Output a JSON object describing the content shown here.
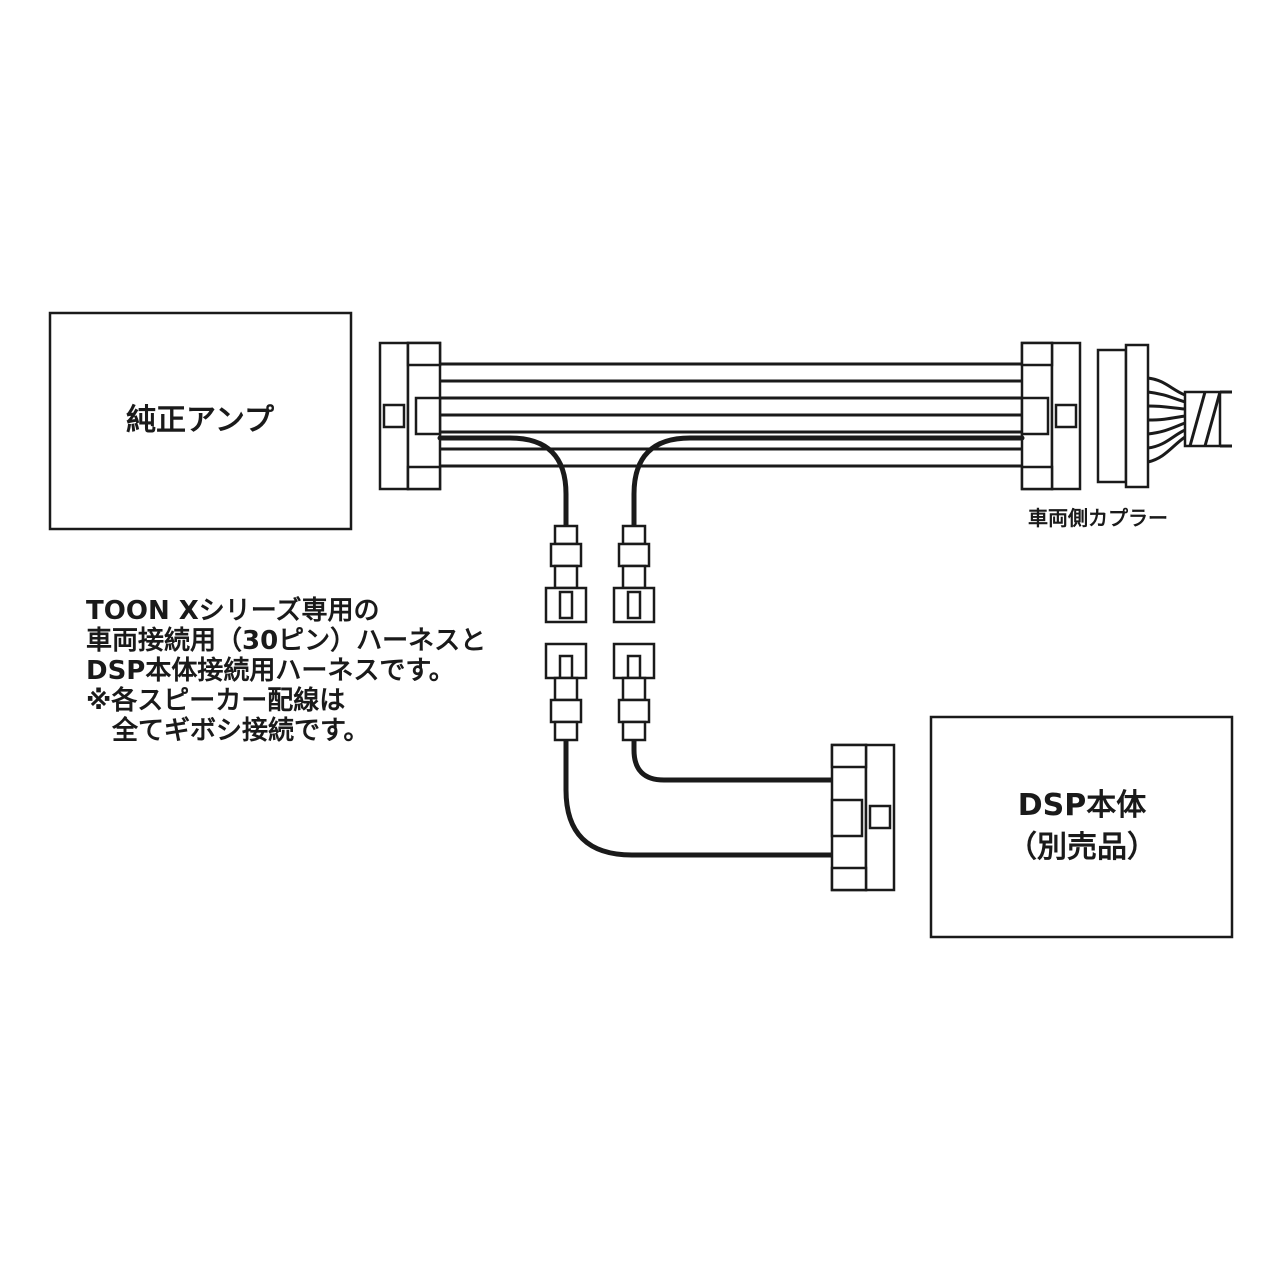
{
  "labels": {
    "amp": "純正アンプ",
    "coupler": "車両側カプラー",
    "dsp_line1": "DSP本体",
    "dsp_line2": "（別売品）"
  },
  "note": {
    "lines": [
      "TOON Xシリーズ専用の",
      "車両接続用（30ピン）ハーネスと",
      "DSP本体接続用ハーネスです。",
      "※各スピーカー配線は",
      "　全てギボシ接続です。"
    ]
  },
  "colors": {
    "line": "#1a1a1a",
    "background": "#ffffff"
  }
}
